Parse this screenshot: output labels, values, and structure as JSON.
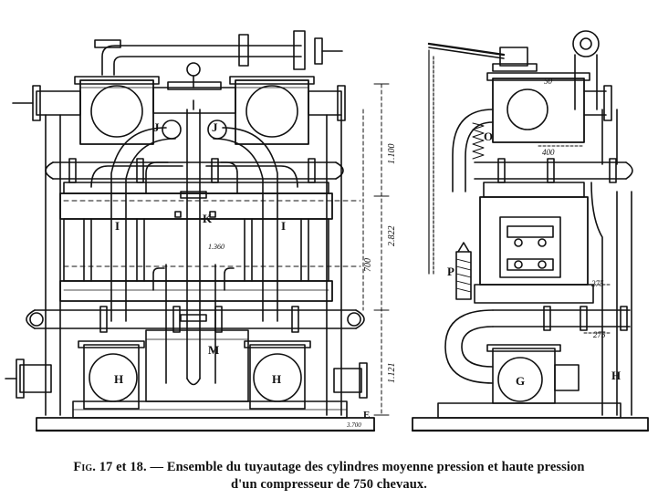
{
  "figure": {
    "caption": {
      "fig_label": "Fig.",
      "numbers": " 17 et 18.",
      "dash": " — ",
      "line1_text": "Ensemble du tuyautage des cylindres moyenne pression et haute pression",
      "line2_text": "d'un compresseur de 750 chevaux."
    },
    "left_view": {
      "labels": {
        "i_left": "I",
        "i_right": "I",
        "j_left": "J",
        "j_right": "J",
        "k": "K",
        "m": "M",
        "h_left": "H",
        "h_right": "H",
        "e": "E"
      },
      "dimensions": {
        "d_upper": "1.100",
        "d_overall": "2.822",
        "d_middle": "700",
        "d_lower": "1.121",
        "d_small": "1.360",
        "base": "3.700"
      }
    },
    "right_view": {
      "labels": {
        "o": "O",
        "p": "P",
        "g": "G",
        "h": "H"
      },
      "dimensions": {
        "d_top": "50",
        "d_mid": "400",
        "d_pipe1": "275",
        "d_pipe2": "275"
      }
    },
    "colors": {
      "ink": "#111111",
      "paper": "#ffffff"
    }
  }
}
